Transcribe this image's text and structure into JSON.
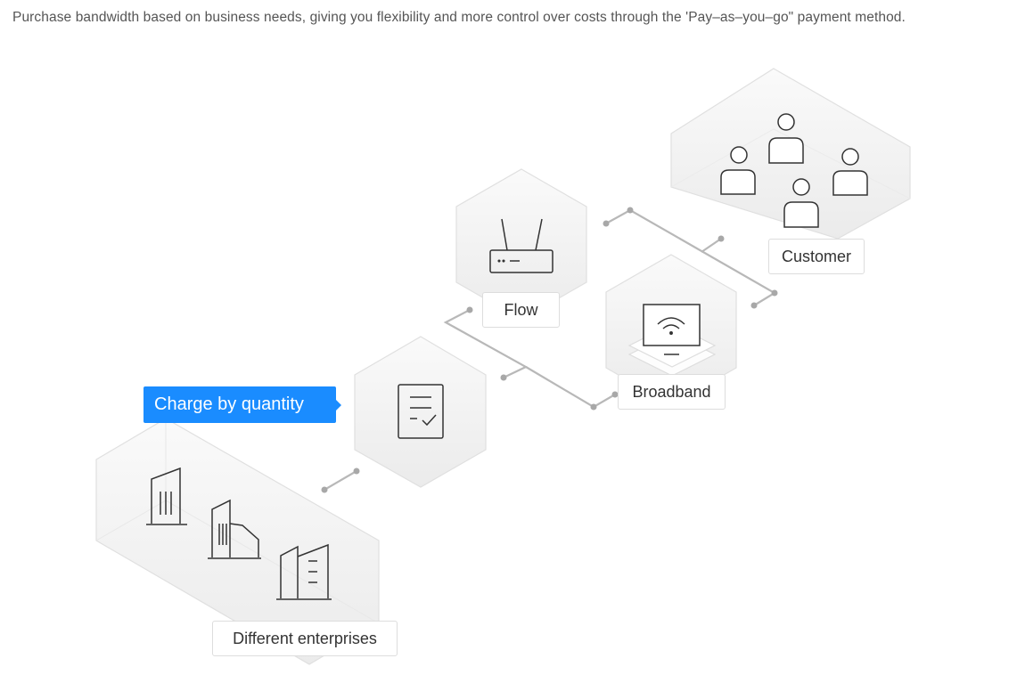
{
  "intro_text": "Purchase bandwidth based on business needs, giving you flexibility and more control over costs through the 'Pay–as–you–go\" payment method.",
  "tag": {
    "label": "Charge by quantity"
  },
  "nodes": {
    "enterprises": {
      "label": "Different enterprises",
      "icon": "office-buildings-icon"
    },
    "billing": {
      "icon": "checklist-document-icon"
    },
    "flow": {
      "label": "Flow",
      "icon": "router-icon"
    },
    "broadband": {
      "label": "Broadband",
      "icon": "wifi-monitor-icon"
    },
    "customer": {
      "label": "Customer",
      "icon": "users-icon"
    }
  },
  "colors": {
    "accent": "#1a8cff",
    "hex_fill": "#f4f4f4",
    "hex_stroke": "#e0e0e0",
    "connector": "#b8b8b8",
    "icon_stroke": "#333333"
  }
}
